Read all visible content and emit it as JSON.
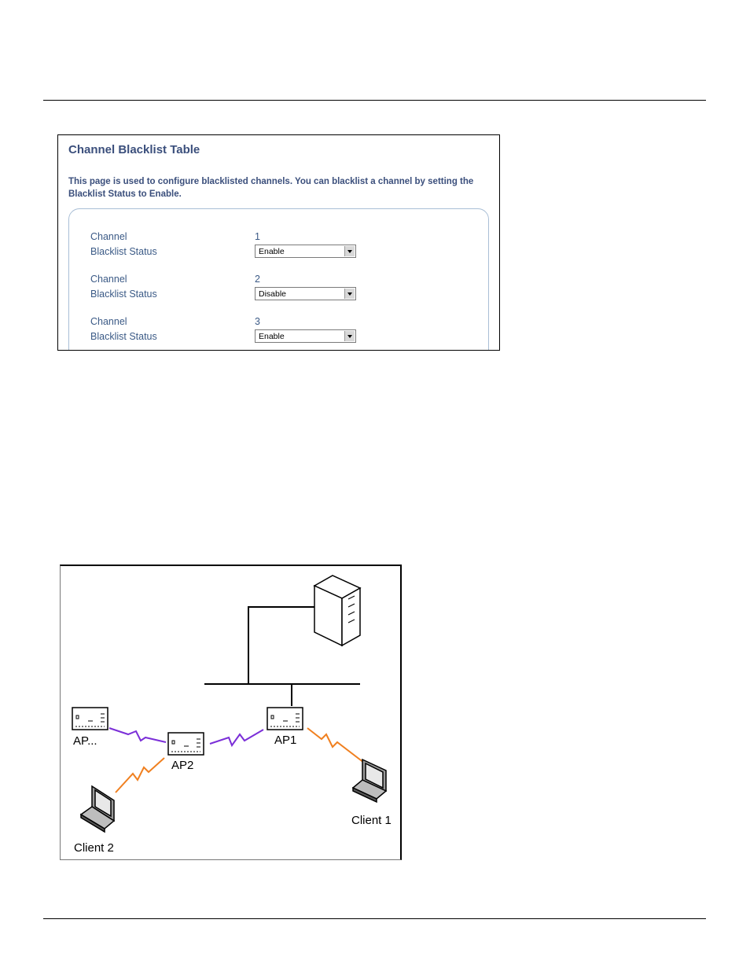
{
  "panel": {
    "title": "Channel Blacklist Table",
    "description": "This page is used to configure blacklisted channels. You can blacklist a channel by setting the Blacklist Status to Enable.",
    "channel_label": "Channel",
    "status_label": "Blacklist Status",
    "rows": [
      {
        "channel": "1",
        "status": "Enable"
      },
      {
        "channel": "2",
        "status": "Disable"
      },
      {
        "channel": "3",
        "status": "Enable"
      }
    ]
  },
  "diagram": {
    "labels": {
      "ap_other": "AP...",
      "ap2": "AP2",
      "ap1": "AP1",
      "client1": "Client 1",
      "client2": "Client 2"
    },
    "colors": {
      "ap_link": "#7b2fd8",
      "client_link": "#f08020"
    }
  }
}
